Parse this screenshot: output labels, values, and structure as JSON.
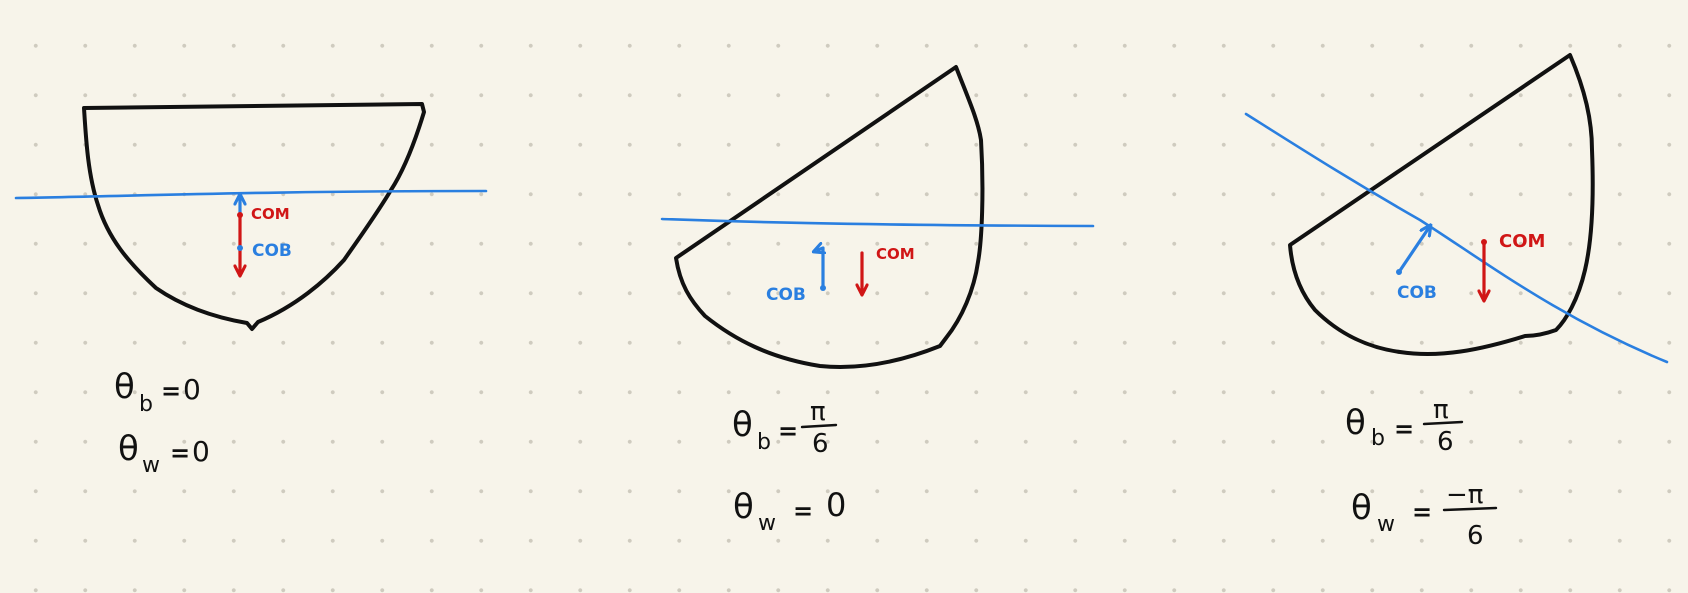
{
  "colors": {
    "background": "#f7f4ea",
    "hull": "#111111",
    "waterline": "#2a7fe0",
    "center_of_mass": "#d01616",
    "center_of_buoyancy": "#2a7fe0"
  },
  "labels": {
    "com": "COM",
    "cob": "COB"
  },
  "panels": [
    {
      "theta_symbol": "θ",
      "body_subscript": "b",
      "water_subscript": "w",
      "equals": "=",
      "theta_b": "0",
      "theta_w": "0"
    },
    {
      "theta_symbol": "θ",
      "body_subscript": "b",
      "water_subscript": "w",
      "equals": "=",
      "theta_b_num": "π",
      "theta_b_den": "6",
      "theta_w": "0"
    },
    {
      "theta_symbol": "θ",
      "body_subscript": "b",
      "water_subscript": "w",
      "equals": "=",
      "theta_b_num": "π",
      "theta_b_den": "6",
      "theta_w_num": "−π",
      "theta_w_den": "6"
    }
  ]
}
